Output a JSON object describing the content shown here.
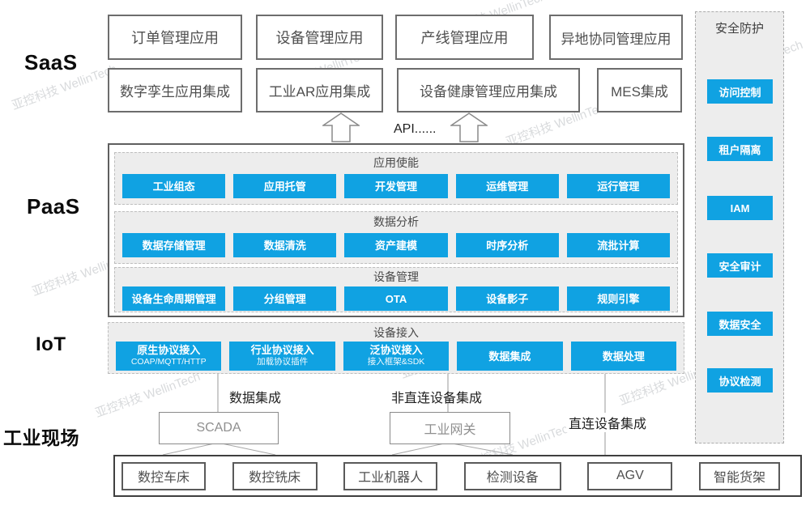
{
  "watermark": "亚控科技 WellinTech",
  "layer_labels": {
    "saas": "SaaS",
    "paas": "PaaS",
    "iot": "IoT",
    "field": "工业现场"
  },
  "saas": {
    "row1": [
      "订单管理应用",
      "设备管理应用",
      "产线管理应用",
      "异地协同管理应用"
    ],
    "row2": [
      "数字孪生应用集成",
      "工业AR应用集成",
      "设备健康管理应用集成",
      "MES集成"
    ]
  },
  "api_label": "API......",
  "paas": {
    "sections": [
      {
        "title": "应用使能",
        "items": [
          "工业组态",
          "应用托管",
          "开发管理",
          "运维管理",
          "运行管理"
        ]
      },
      {
        "title": "数据分析",
        "items": [
          "数据存储管理",
          "数据清洗",
          "资产建模",
          "时序分析",
          "流批计算"
        ]
      },
      {
        "title": "设备管理",
        "items": [
          "设备生命周期管理",
          "分组管理",
          "OTA",
          "设备影子",
          "规则引擎"
        ]
      }
    ]
  },
  "iot": {
    "title": "设备接入",
    "items": [
      {
        "main": "原生协议接入",
        "sub": "COAP/MQTT/HTTP"
      },
      {
        "main": "行业协议接入",
        "sub": "加载协议插件"
      },
      {
        "main": "泛协议接入",
        "sub": "接入框架&SDK"
      },
      {
        "main": "数据集成",
        "sub": ""
      },
      {
        "main": "数据处理",
        "sub": ""
      }
    ]
  },
  "security": {
    "title": "安全防护",
    "items": [
      "访问控制",
      "租户隔离",
      "IAM",
      "安全审计",
      "数据安全",
      "协议检测"
    ]
  },
  "connectors": {
    "scada_label": "数据集成",
    "gateway_label": "非直连设备集成",
    "direct_label": "直连设备集成"
  },
  "gateways": {
    "scada": "SCADA",
    "industrial_gateway": "工业网关"
  },
  "field_devices": [
    "数控车床",
    "数控铣床",
    "工业机器人",
    "检测设备",
    "AGV",
    "智能货架"
  ],
  "colors": {
    "accent": "#10a2e2",
    "panel_bg": "#ededed"
  }
}
